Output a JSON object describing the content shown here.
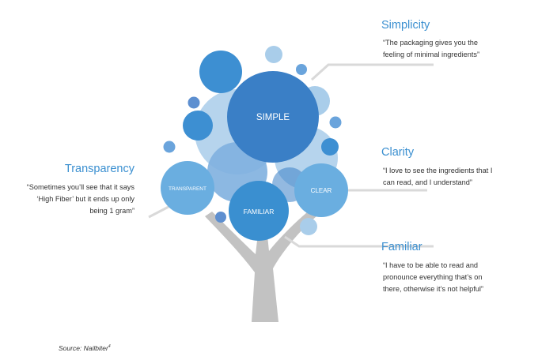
{
  "diagram": {
    "nodes": {
      "simple": "SIMPLE",
      "transparent": "TRANSPARENT",
      "clear": "CLEAR",
      "familiar": "FAMILIAR"
    },
    "callouts": {
      "simplicity": {
        "heading": "Simplicity",
        "quote_lines": [
          "“The packaging gives you the",
          "feeling of minimal ingredients”"
        ]
      },
      "clarity": {
        "heading": "Clarity",
        "quote_lines": [
          "“I love to see the ingredients that I",
          "can read, and I understand”"
        ]
      },
      "transparency": {
        "heading": "Transparency",
        "quote_lines": [
          "“Sometimes you’ll see that it says",
          "‘High Fiber’  but it ends up only",
          "being 1 gram”"
        ]
      },
      "familiar": {
        "heading": "Familiar",
        "quote_lines": [
          "“I have to be able to read and",
          "pronounce everything that’s on",
          "there, otherwise it’s not helpful”"
        ]
      }
    },
    "source": {
      "prefix": "Source: ",
      "name": "Nailbiter",
      "note": "4"
    },
    "colors": {
      "trunk": "#c2c2c2",
      "primary_blue": "#3a8fd0",
      "dark_blue": "#3a7fc6",
      "light_blue": "#a9cdea",
      "text": "#333333",
      "connector": "#d9d9d9"
    }
  }
}
